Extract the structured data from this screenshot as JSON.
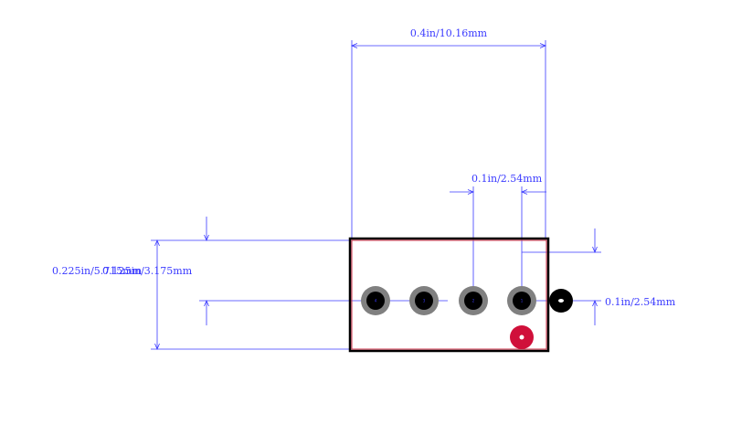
{
  "dimensions": {
    "overall_width": "0.4in/10.16mm",
    "pin_pitch_top": "0.1in/2.54mm",
    "overall_height": "0.225in/5.715mm",
    "row_offset": "0.125in/3.175mm",
    "pin_pitch_right": "0.1in/2.54mm"
  },
  "pads": [
    {
      "number": "4"
    },
    {
      "number": "3"
    },
    {
      "number": "2"
    },
    {
      "number": "1"
    }
  ],
  "colors": {
    "dimension": "#3a3aff",
    "outline": "#000000",
    "courtyard": "#d0324a",
    "pad_ring": "#808080",
    "pad_hole": "#000000",
    "pin1_marker": "#d0103a",
    "orientation_marker": "#000000"
  }
}
